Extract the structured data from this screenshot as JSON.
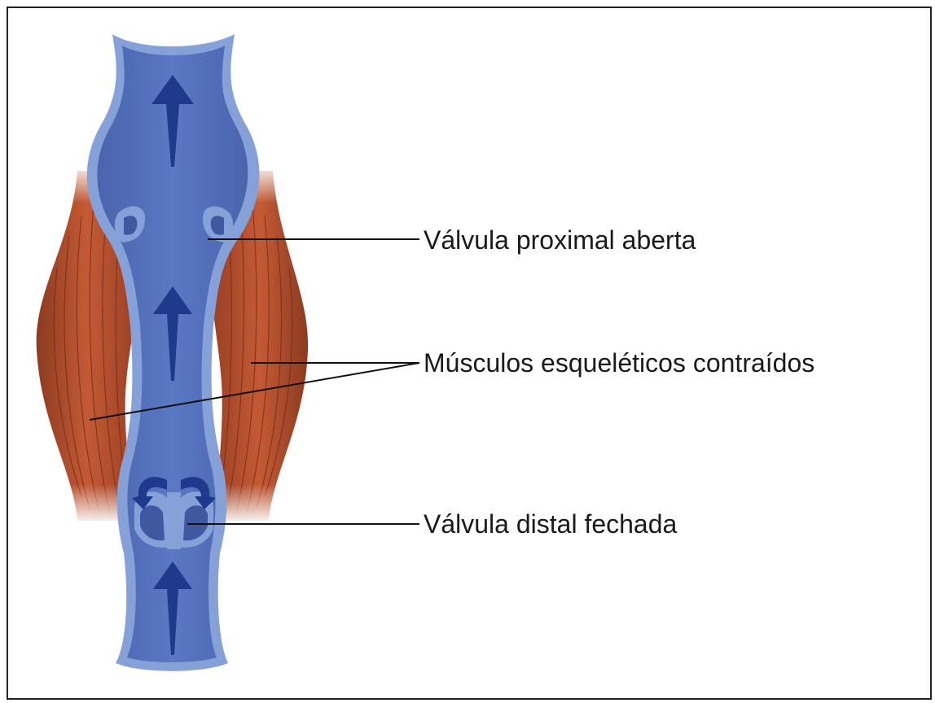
{
  "labels": {
    "proximal_valve": "Válvula proximal aberta",
    "muscles": "Músculos esqueléticos contraídos",
    "distal_valve": "Válvula distal fechada"
  },
  "colors": {
    "vein_wall": "#7f9ad4",
    "vein_lumen": "#4f6cb8",
    "arrow": "#1f3a8c",
    "muscle": "#b4482a",
    "muscle_fiber": "#6e2a16",
    "leader_line": "#111111"
  },
  "icons": {
    "flow_arrows": "arrow-up-icon",
    "backflow_arrows": "curved-arrow-icon"
  }
}
